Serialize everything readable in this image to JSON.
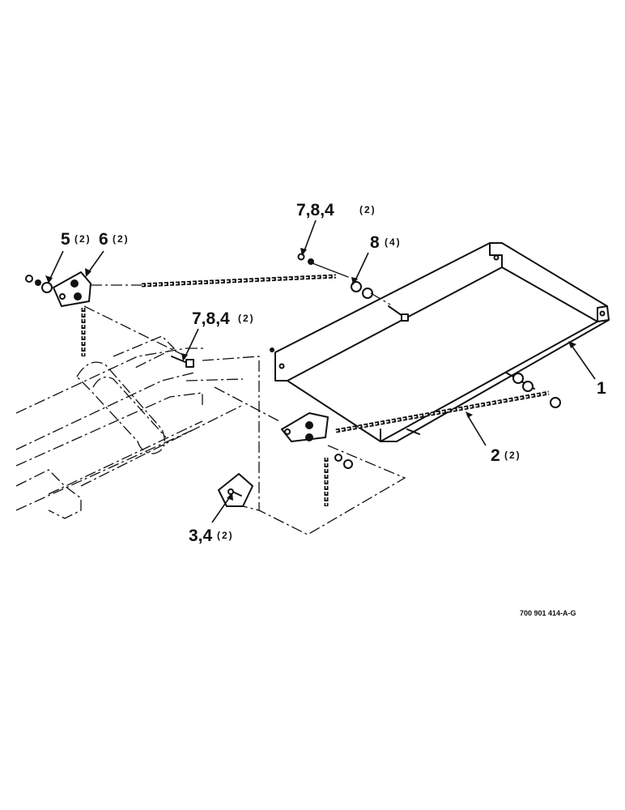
{
  "callouts": {
    "c1": {
      "num": "1",
      "qty": ""
    },
    "c2": {
      "num": "2",
      "qty": "(2)"
    },
    "c3": {
      "num": "3,4",
      "qty": "(2)"
    },
    "c5": {
      "num": "5",
      "qty": "(2)"
    },
    "c6": {
      "num": "6",
      "qty": "(2)"
    },
    "c7a": {
      "num": "7,8,4",
      "qty": "(2)"
    },
    "c7b": {
      "num": "7,8,4",
      "qty": "(2)"
    },
    "c8": {
      "num": "8",
      "qty": "(4)"
    }
  },
  "drawing_number": "700 901 414-A-G"
}
